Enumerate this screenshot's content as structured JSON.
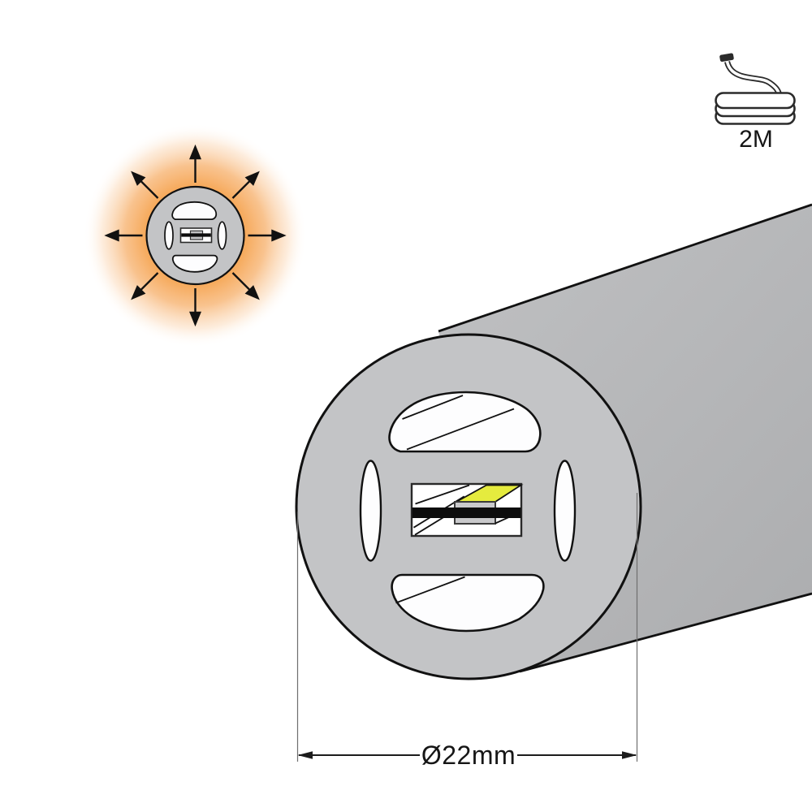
{
  "figure": {
    "type": "led-neon-flex-tube-spec-diagram",
    "labels": {
      "diameter": "Ø22mm",
      "coil_length": "2M"
    },
    "emission_diagram": {
      "arrow_count": 8,
      "glow_color": "#f5a14b"
    },
    "colors": {
      "background": "#ffffff",
      "tube_face": "#c3c4c6",
      "tube_body_light": "#c0c1c3",
      "tube_body_dark": "#adaeb0",
      "slot_fill": "#fdfdfe",
      "outline": "#111111",
      "pcb_bar": "#0d0d0d",
      "led_chip": "#c9c9cb",
      "led_emitter_yellow": "#e5eb3e",
      "dimension_line": "#1c1c1c",
      "extension_line": "#6f6f6f",
      "icon_stroke": "#2b2b2b",
      "label_text": "#161616"
    },
    "icons": [
      "radiating-arrows-icon",
      "cross-section-icon",
      "coil-2m-icon"
    ]
  }
}
